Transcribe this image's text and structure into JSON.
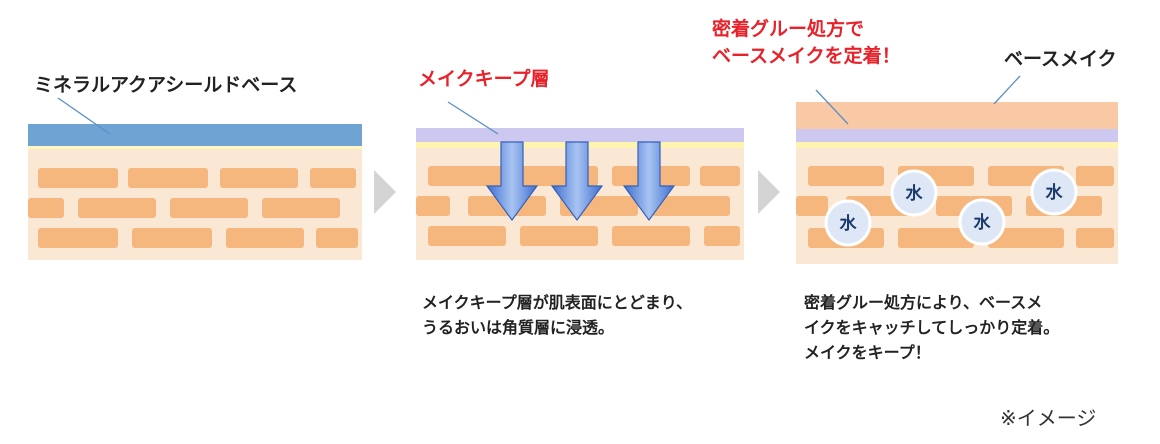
{
  "labels": {
    "panel1_title": "ミネラルアクアシールドベース",
    "panel2_title": "メイクキープ層",
    "panel3_title_line1": "密着グルー処方で",
    "panel3_title_line2": "ベースメイクを定着！",
    "panel3_layer_label": "ベースメイク"
  },
  "descriptions": {
    "panel2_line1": "メイクキープ層が肌表面にとどまり、",
    "panel2_line2": "うるおいは角質層に浸透。",
    "panel3_line1": "密着グルー処方により、ベースメ",
    "panel3_line2": "イクをキャッチしてしっかり定着。",
    "panel3_line3": "メイクをキープ！"
  },
  "water_label": "水",
  "note": "※イメージ",
  "colors": {
    "skin_bg": "#fbe8d4",
    "brick": "#f5b77d",
    "mineral_layer": "#6fa3d4",
    "keep_layer": "#cdc8f0",
    "base_makeup": "#f9c8a4",
    "accent_red": "#e8222a",
    "arrow_blue": "#4f7fd6",
    "water_circle": "#dde7f6"
  },
  "icons": [
    "chevron-right-icon",
    "down-arrow-icon",
    "water-drop-icon"
  ]
}
